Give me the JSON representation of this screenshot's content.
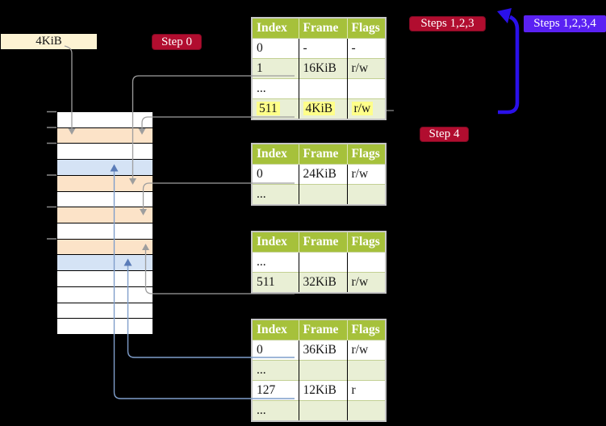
{
  "labels": {
    "frame_label": "4KiB",
    "step0": "Step 0",
    "steps123": "Steps 1,2,3",
    "steps1234": "Steps 1,2,3,4",
    "step4": "Step 4"
  },
  "colors": {
    "background": "#000000",
    "table_header_green": "#a6c13b",
    "table_row_green": "#e9efd5",
    "table_outer_border": "#c6c6c6",
    "table_row_line": "#c3d094",
    "badge_crimson": "#b10d2f",
    "badge_violet": "#5a21f3",
    "label_cream": "#fdf3d3",
    "frame_orange": "#fce3c8",
    "frame_blue": "#d5e3f5",
    "highlight_yellow": "#ffff8a",
    "connector_gray": "#9e9e9e",
    "connector_blue": "#7f9ecb",
    "arrow_steel_blue": "#5b7cb8",
    "loop_arrow_blue": "#2a10e9"
  },
  "memory": {
    "rows": [
      "white",
      "orange",
      "white",
      "blue",
      "orange",
      "white",
      "orange",
      "white",
      "orange",
      "blue",
      "white",
      "white",
      "white",
      "white"
    ]
  },
  "tables": [
    {
      "headers": [
        "Index",
        "Frame",
        "Flags"
      ],
      "rows": [
        [
          "0",
          "-",
          "-"
        ],
        [
          "1",
          "16KiB",
          "r/w"
        ],
        [
          "...",
          "",
          ""
        ],
        [
          "511",
          "4KiB",
          "r/w"
        ]
      ]
    },
    {
      "headers": [
        "Index",
        "Frame",
        "Flags"
      ],
      "rows": [
        [
          "0",
          "24KiB",
          "r/w"
        ],
        [
          "...",
          "",
          ""
        ]
      ]
    },
    {
      "headers": [
        "Index",
        "Frame",
        "Flags"
      ],
      "rows": [
        [
          "...",
          "",
          ""
        ],
        [
          "511",
          "32KiB",
          "r/w"
        ]
      ]
    },
    {
      "headers": [
        "Index",
        "Frame",
        "Flags"
      ],
      "rows": [
        [
          "0",
          "36KiB",
          "r/w"
        ],
        [
          "...",
          "",
          ""
        ],
        [
          "127",
          "12KiB",
          "r"
        ],
        [
          "...",
          "",
          ""
        ]
      ]
    }
  ]
}
